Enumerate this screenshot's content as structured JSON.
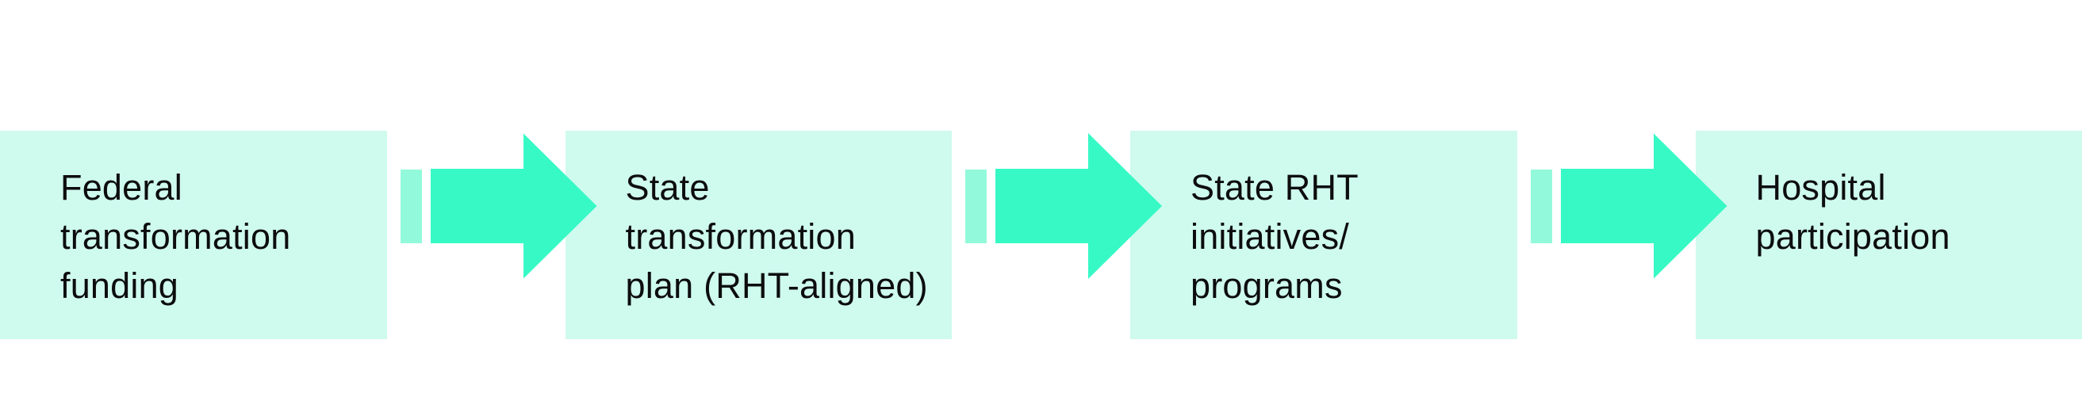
{
  "diagram": {
    "type": "flow",
    "direction": "left-to-right",
    "boxes": [
      {
        "lines": [
          "Federal",
          "transformation",
          "funding"
        ]
      },
      {
        "lines": [
          "State",
          "transformation",
          "plan (RHT-aligned)"
        ]
      },
      {
        "lines": [
          "State RHT",
          "initiatives/",
          "programs"
        ]
      },
      {
        "lines": [
          "Hospital",
          "participation"
        ]
      }
    ],
    "connectors": [
      {
        "shape": "right-arrow-with-tail-segment"
      },
      {
        "shape": "right-arrow-with-tail-segment"
      },
      {
        "shape": "right-arrow-with-tail-segment"
      }
    ],
    "colors": {
      "background": "#ffffff",
      "box_fill": "#cffaee",
      "arrow": "#37f9c6",
      "arrow_tail": "#92fada",
      "text": "#0d0d0d"
    }
  }
}
